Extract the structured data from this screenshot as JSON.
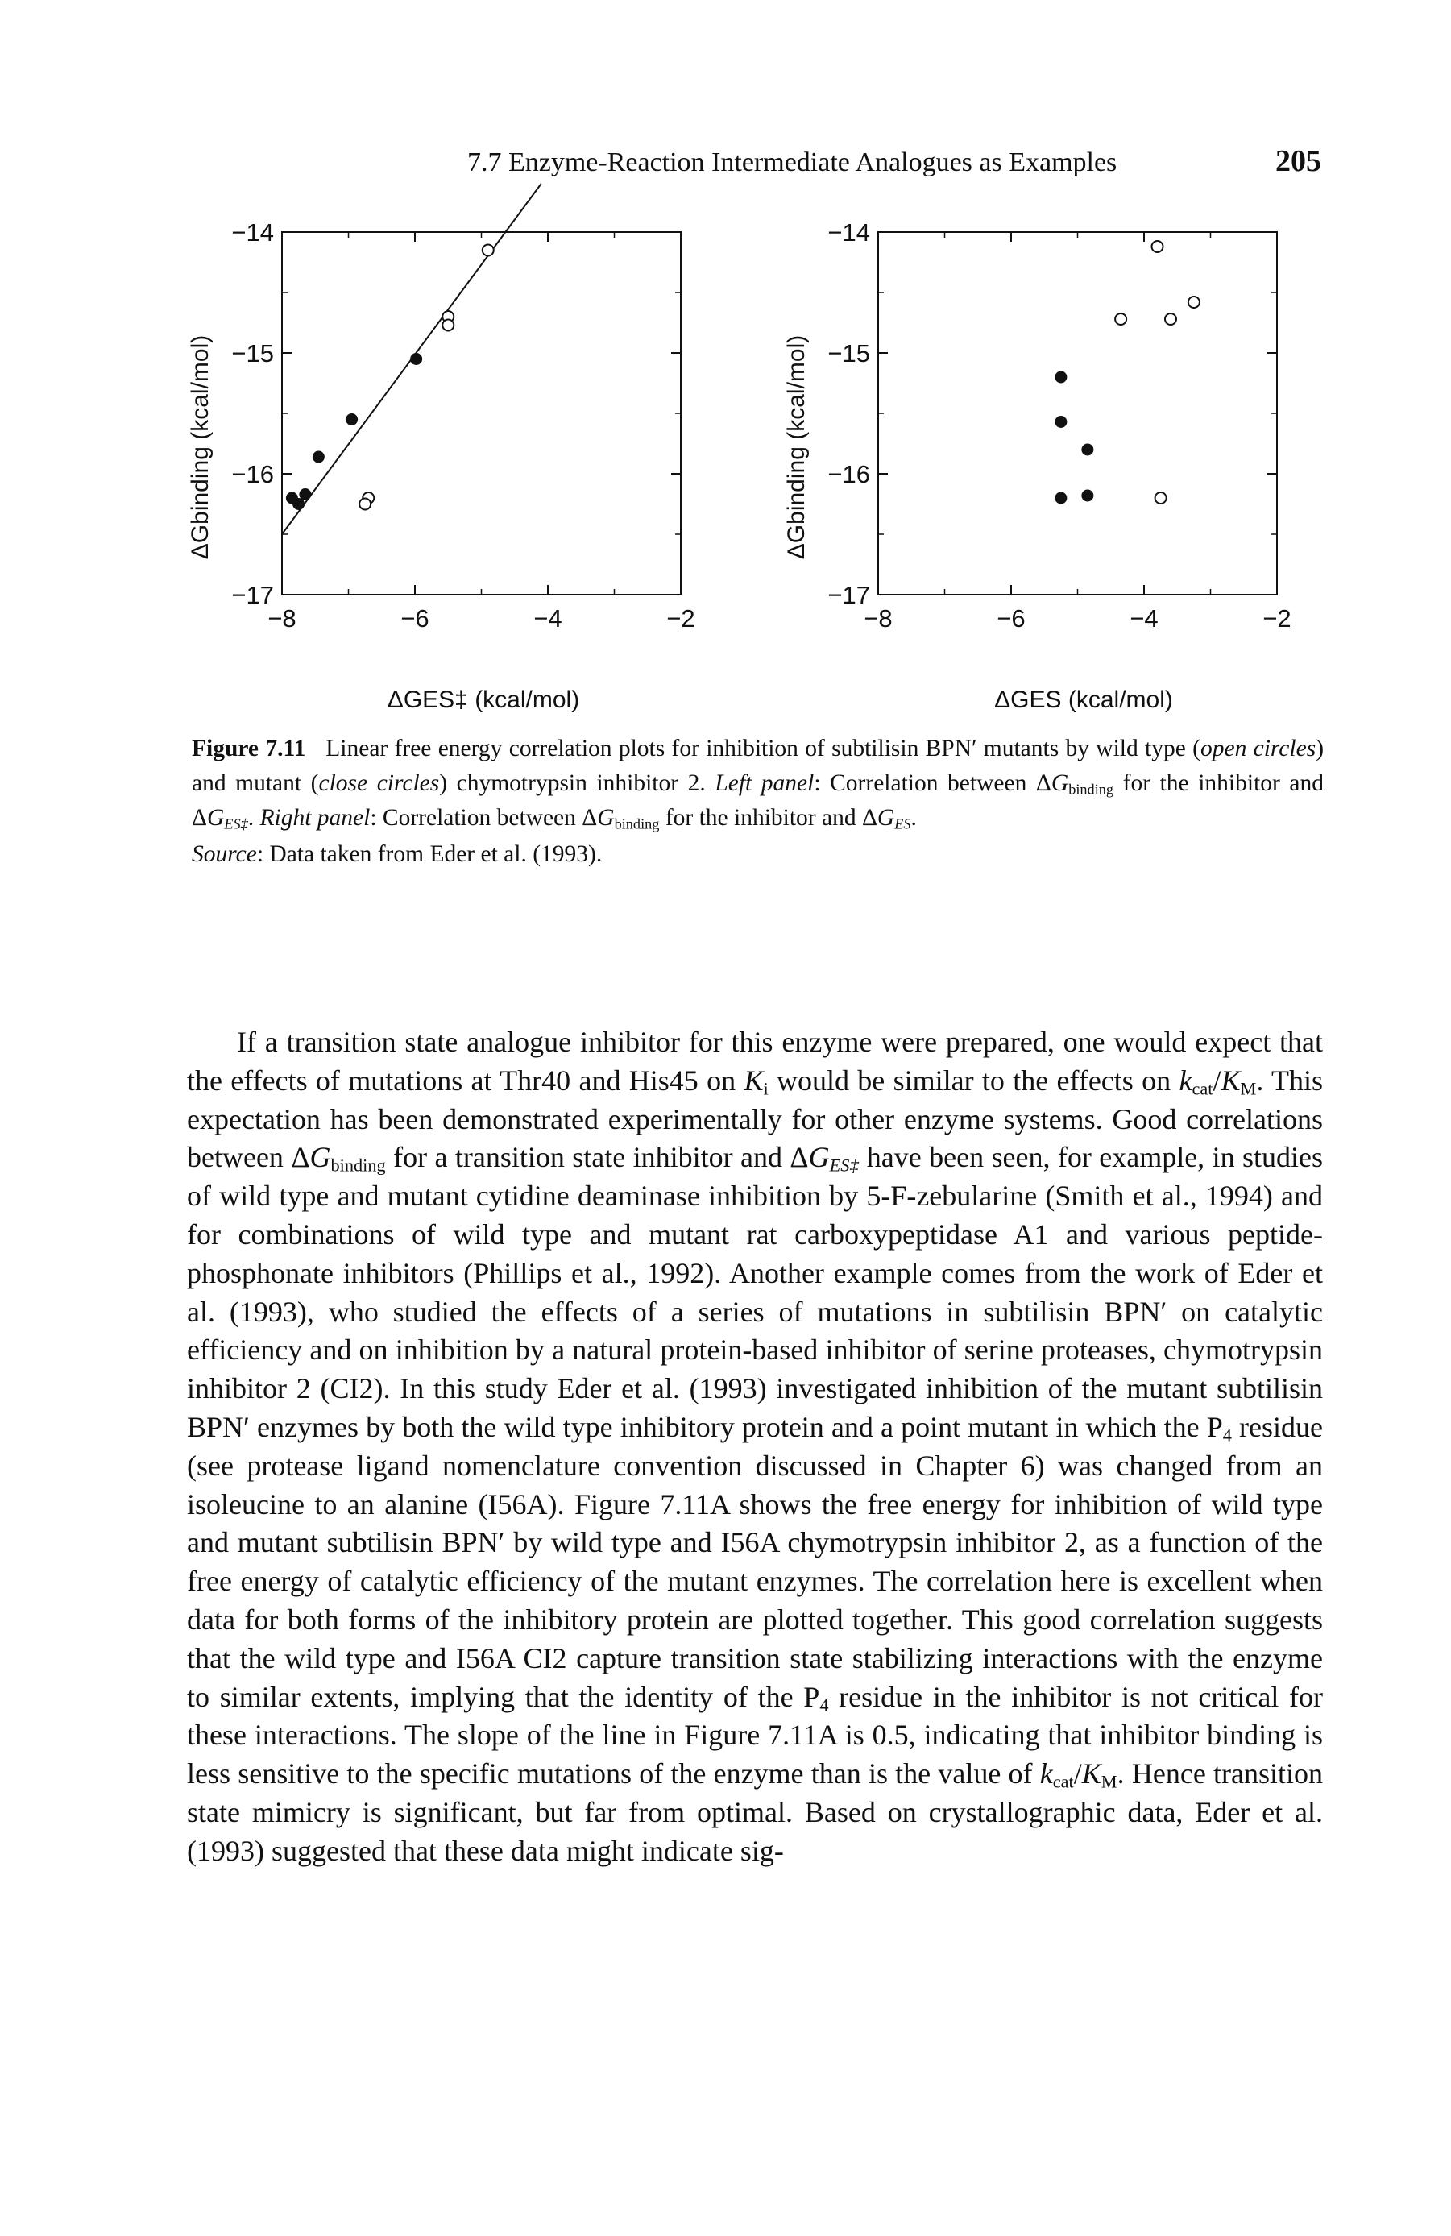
{
  "header": {
    "section_title": "7.7 Enzyme-Reaction Intermediate Analogues as Examples",
    "page_number": "205"
  },
  "chart_data": [
    {
      "type": "scatter",
      "panel": "left",
      "ylabel": "ΔGbinding (kcal/mol)",
      "xlabel": "ΔGES‡ (kcal/mol)",
      "xlim": [
        -8,
        -2
      ],
      "ylim": [
        -17,
        -14
      ],
      "x_ticks": [
        "-8",
        "-6",
        "-4",
        "-2"
      ],
      "y_ticks": [
        "-14",
        "-15",
        "-16",
        "-17"
      ],
      "series": [
        {
          "marker": "open-circle",
          "points": [
            [
              -4.9,
              -14.15
            ],
            [
              -5.5,
              -14.7
            ],
            [
              -5.5,
              -14.77
            ],
            [
              -6.7,
              -16.2
            ],
            [
              -6.75,
              -16.25
            ]
          ]
        },
        {
          "marker": "filled-circle",
          "points": [
            [
              -5.98,
              -15.05
            ],
            [
              -6.95,
              -15.55
            ],
            [
              -7.45,
              -15.86
            ],
            [
              -7.65,
              -16.17
            ],
            [
              -7.85,
              -16.2
            ],
            [
              -7.75,
              -16.25
            ]
          ]
        }
      ],
      "fit_line": [
        [
          -8,
          -16.5
        ],
        [
          -4.1,
          -13.6
        ]
      ]
    },
    {
      "type": "scatter",
      "panel": "right",
      "ylabel": "ΔGbinding (kcal/mol)",
      "xlabel": "ΔGES (kcal/mol)",
      "xlim": [
        -8,
        -2
      ],
      "ylim": [
        -17,
        -14
      ],
      "x_ticks": [
        "-8",
        "-6",
        "-4",
        "-2"
      ],
      "y_ticks": [
        "-14",
        "-15",
        "-16",
        "-17"
      ],
      "series": [
        {
          "marker": "open-circle",
          "points": [
            [
              -3.8,
              -14.12
            ],
            [
              -4.35,
              -14.72
            ],
            [
              -3.6,
              -14.72
            ],
            [
              -3.25,
              -14.58
            ],
            [
              -3.75,
              -16.2
            ]
          ]
        },
        {
          "marker": "filled-circle",
          "points": [
            [
              -5.25,
              -15.2
            ],
            [
              -5.25,
              -15.57
            ],
            [
              -4.85,
              -15.8
            ],
            [
              -5.25,
              -16.2
            ],
            [
              -4.85,
              -16.18
            ]
          ]
        }
      ]
    }
  ],
  "caption": {
    "label": "Figure 7.11",
    "t1": "Linear free energy correlation plots for inhibition of subtilisin BPN′ mutants by wild type (",
    "t2": "open circles",
    "t3": ") and mutant (",
    "t4": "close circles",
    "t5": ") chymotrypsin inhibitor 2. ",
    "t6": "Left panel",
    "t7": ": Correlation between Δ",
    "t8": "G",
    "t9": "binding",
    "t10": " for the inhibitor and Δ",
    "t11": "G",
    "t12": "ES‡",
    "t13": ". ",
    "t14": "Right panel",
    "t15": ": Correlation between Δ",
    "t16": "G",
    "t17": "binding",
    "t18": " for the inhibitor and Δ",
    "t19": "G",
    "t20": "ES",
    "t21": ".",
    "source_label": "Source",
    "source_text": ": Data taken from Eder et al. (1993)."
  },
  "body": {
    "s1": "If a transition state analogue inhibitor for this enzyme were prepared, one would expect that the effects of mutations at Thr40 and His45 on ",
    "s2": "K",
    "s3": "i",
    "s4": " would be similar to the effects on ",
    "s5": "k",
    "s6": "cat",
    "s7": "/",
    "s8": "K",
    "s9": "M",
    "s10": ". This expectation has been demonstrated experimentally for other enzyme systems. Good correlations between Δ",
    "s11": "G",
    "s12": "binding",
    "s13": " for a transition state inhibitor and Δ",
    "s14": "G",
    "s15": "ES‡",
    "s16": " have been seen, for example, in studies of wild type and mutant cytidine deaminase inhibition by 5-F-zebularine (Smith et al., 1994) and for combinations of wild type and mutant rat carboxypeptidase A1 and various peptide-phosphonate inhibitors (Phillips et al., 1992). Another example comes from the work of Eder et al. (1993), who studied the effects of a series of mutations in subtilisin BPN′ on catalytic efficiency and on inhibition by a natural protein-based inhibitor of serine proteases, chymotrypsin inhibitor 2 (CI2). In this study Eder et al. (1993) investigated inhibition of the mutant subtilisin BPN′ enzymes by both the wild type inhibitory protein and a point mutant in which the P",
    "s17": "4",
    "s18": " residue (see protease ligand nomenclature convention discussed in Chapter 6) was changed from an isoleucine to an alanine (I56A). Figure 7.11A shows the free energy for inhibition of wild type and mutant subtilisin BPN′ by wild type and I56A chymotrypsin inhibitor 2, as a function of the free energy of catalytic efficiency of the mutant enzymes. The correlation here is excellent when data for both forms of the inhibitory protein are plotted together. This good correlation suggests that the wild type and I56A CI2 capture transition state stabilizing interactions with the enzyme to similar extents, implying that the identity of the P",
    "s19": "4",
    "s20": " residue in the inhibitor is not critical for these interactions. The slope of the line in Figure 7.11A is 0.5, indicating that inhibitor binding is less sensitive to the specific mutations of the enzyme than is the value of ",
    "s21": "k",
    "s22": "cat",
    "s23": "/",
    "s24": "K",
    "s25": "M",
    "s26": ". Hence transition state mimicry is significant, but far from optimal. Based on crystallographic data, Eder et al. (1993) suggested that these data might indicate sig-"
  }
}
